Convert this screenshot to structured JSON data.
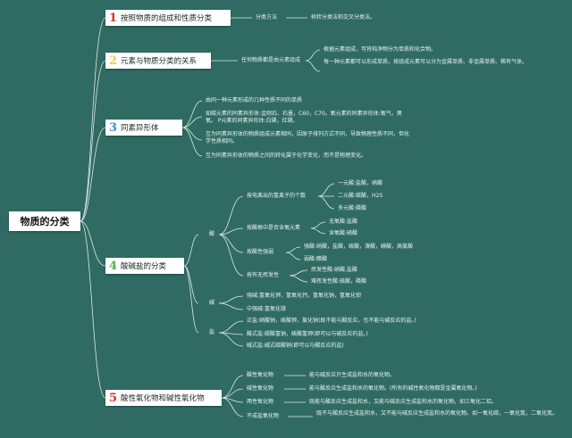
{
  "root": "物质的分类",
  "sections": {
    "s1": {
      "num": "1",
      "title": "按照物质的组成和性质分类",
      "color": "#d9302b"
    },
    "s2": {
      "num": "2",
      "title": "元素与物质分类的关系",
      "color": "#f0c94a"
    },
    "s3": {
      "num": "3",
      "title": "同素异形体",
      "color": "#3a8ed8"
    },
    "s4": {
      "num": "4",
      "title": "酸碱盐的分类",
      "color": "#5ab04b"
    },
    "s5": {
      "num": "5",
      "title": "酸性氧化物和碱性氧化物",
      "color": "#d9302b"
    }
  },
  "s1_nodes": {
    "method": "分类方法",
    "method_desc": "树状分类法和交叉分类法。"
  },
  "s2_nodes": {
    "any": "任何物质都是由元素组成",
    "d1": "根据元素组成，可将纯净物分为单质和化合物。",
    "d2": "每一种元素都可以形成单质，按组成元素可以分为金属单质、非金属单质、稀有气体。"
  },
  "s3_nodes": {
    "l1": "由同一种元素形成的几种性质不同的单质",
    "l2": "如碳元素的同素异形体:金刚石、石墨，C60，C70。氧元素的同素异形体:氧气，臭氧。 P元素的同素异形体:白磷，红磷。",
    "l3": "互为同素异形体的物质组成元素相同，因原子排列方式不同，导致物理性质不同，但化学性质相同。",
    "l4": "互为同素异形体的物质之间的转化属于化学变化，而不是物理变化。"
  },
  "s4_nodes": {
    "acid": "酸",
    "base": "碱",
    "salt": "盐",
    "h_count": "按电离出的氢离子的个数",
    "mono": "一元酸:盐酸，硝酸",
    "di": "二元酸:碳酸，H2S",
    "poly": "多元酸:磷酸",
    "oxy": "按酸根中是否含氧元素",
    "no_oxy": "无氧酸:盐酸",
    "has_oxy": "含氧酸:硝酸",
    "strength": "按酸性强弱",
    "strong": "强酸:硝酸，盐酸，硫酸，溴酸，碘酸，高氯酸",
    "weak": "弱酸:醋酸",
    "vol": "按有无挥发性",
    "volatile": "挥发性酸:硝酸,盐酸",
    "nonvol": "难挥发性酸:硫酸，磷酸",
    "base1": "强碱:氢氧化钾，氢氧化钙，氢氧化钠，氢氧化钡",
    "base2": "中强碱:氢氧化镁",
    "salt1": "正盐:硝酸钠，硫酸钾，氯化钠(既不能与酸反应，也不能与碱反应的盐。)",
    "salt2": "酸式盐:碳酸氢钠，硫酸氢钾(即可以与碱反应的盐。)",
    "salt3": "碱式盐:碱式碳酸铜(即可以与酸反应的盐)"
  },
  "s5_nodes": {
    "acidic": "酸性氧化物",
    "acidic_d": "能与碱反应只生成盐和水的氧化物。",
    "basic": "碱性氧化物",
    "basic_d": "能与酸反应生成盐和水的氧化物。(所有的碱性氧化物都是金属氧化物。)",
    "amph": "两性氧化物",
    "amph_d": "既能与酸反应生成盐和水，又能与碱反应生成盐和水的氧化物。如三氧化二铝。",
    "nonsalt": "不成盐氧化物",
    "nonsalt_d": "既不与酸反应生成盐和水，又不能与碱反应生成盐和水的氧化物。如一氧化碳，一氧化氮，二氧化氮。"
  }
}
